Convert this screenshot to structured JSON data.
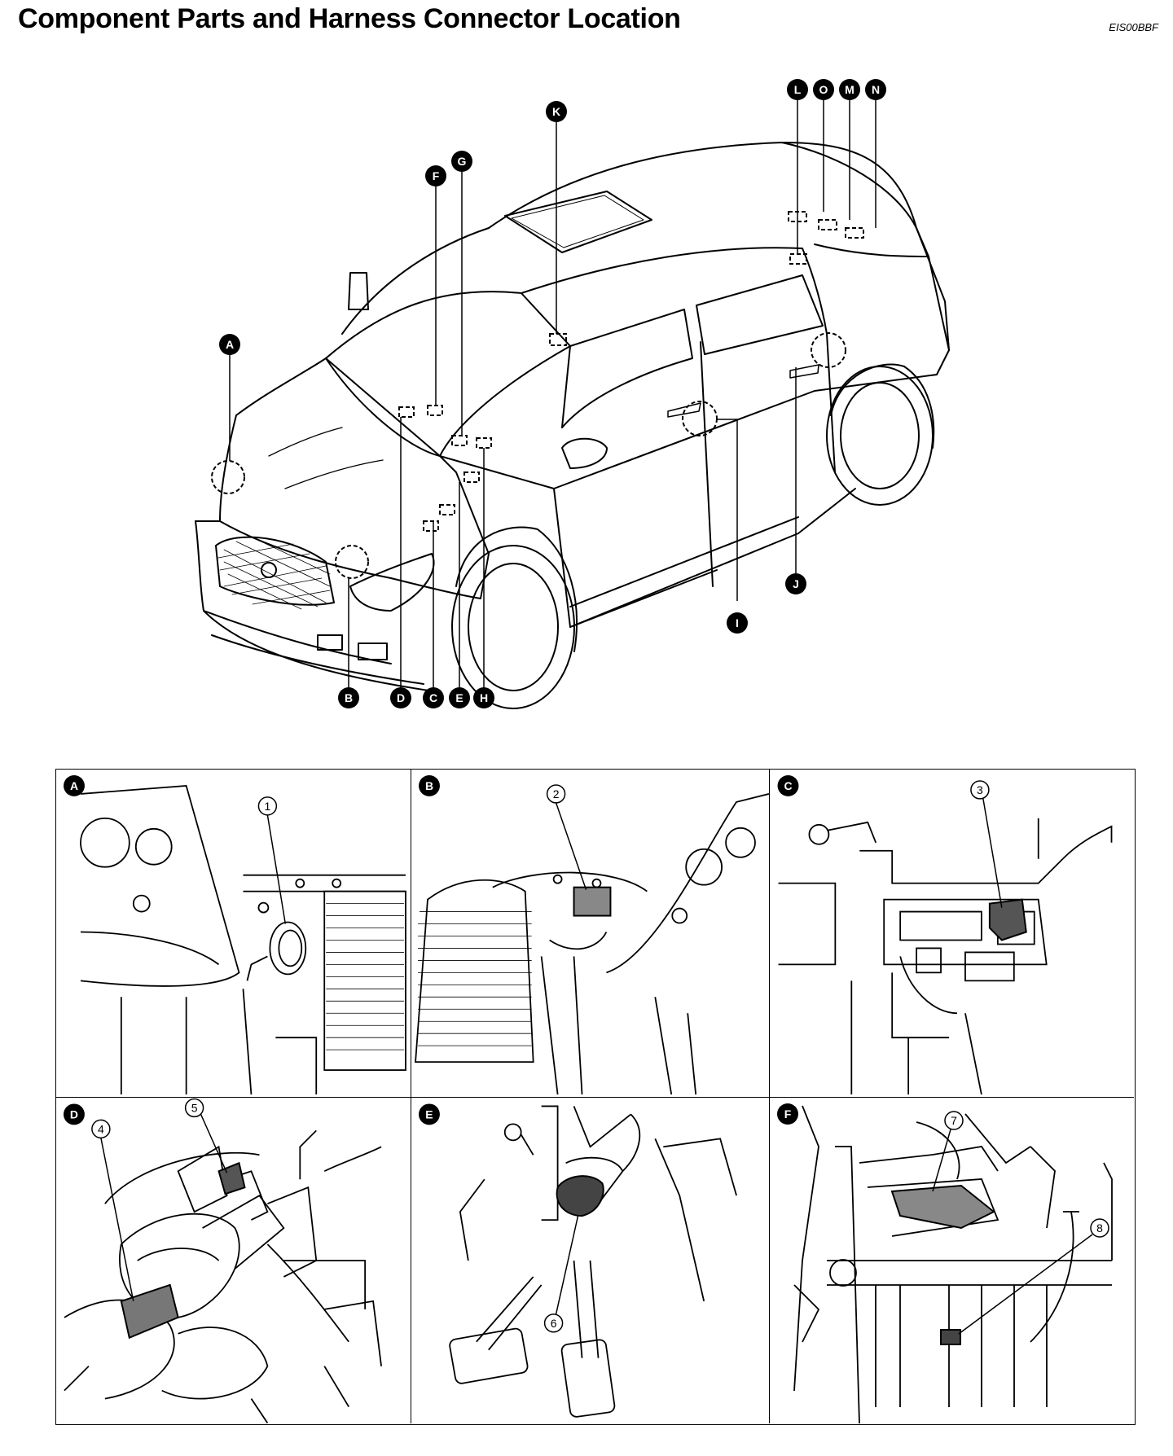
{
  "header": {
    "title": "Component Parts and Harness Connector Location",
    "code": "EIS00BBF"
  },
  "overview": {
    "callouts": [
      "A",
      "B",
      "C",
      "D",
      "E",
      "F",
      "G",
      "H",
      "I",
      "J",
      "K",
      "L",
      "O",
      "M",
      "N"
    ]
  },
  "panels": [
    {
      "letter": "A",
      "number": "1"
    },
    {
      "letter": "B",
      "number": "2"
    },
    {
      "letter": "C",
      "number": "3"
    },
    {
      "letter": "D",
      "numbers": [
        "4",
        "5"
      ]
    },
    {
      "letter": "E",
      "number": "6"
    },
    {
      "letter": "F",
      "numbers": [
        "7",
        "8"
      ]
    }
  ]
}
